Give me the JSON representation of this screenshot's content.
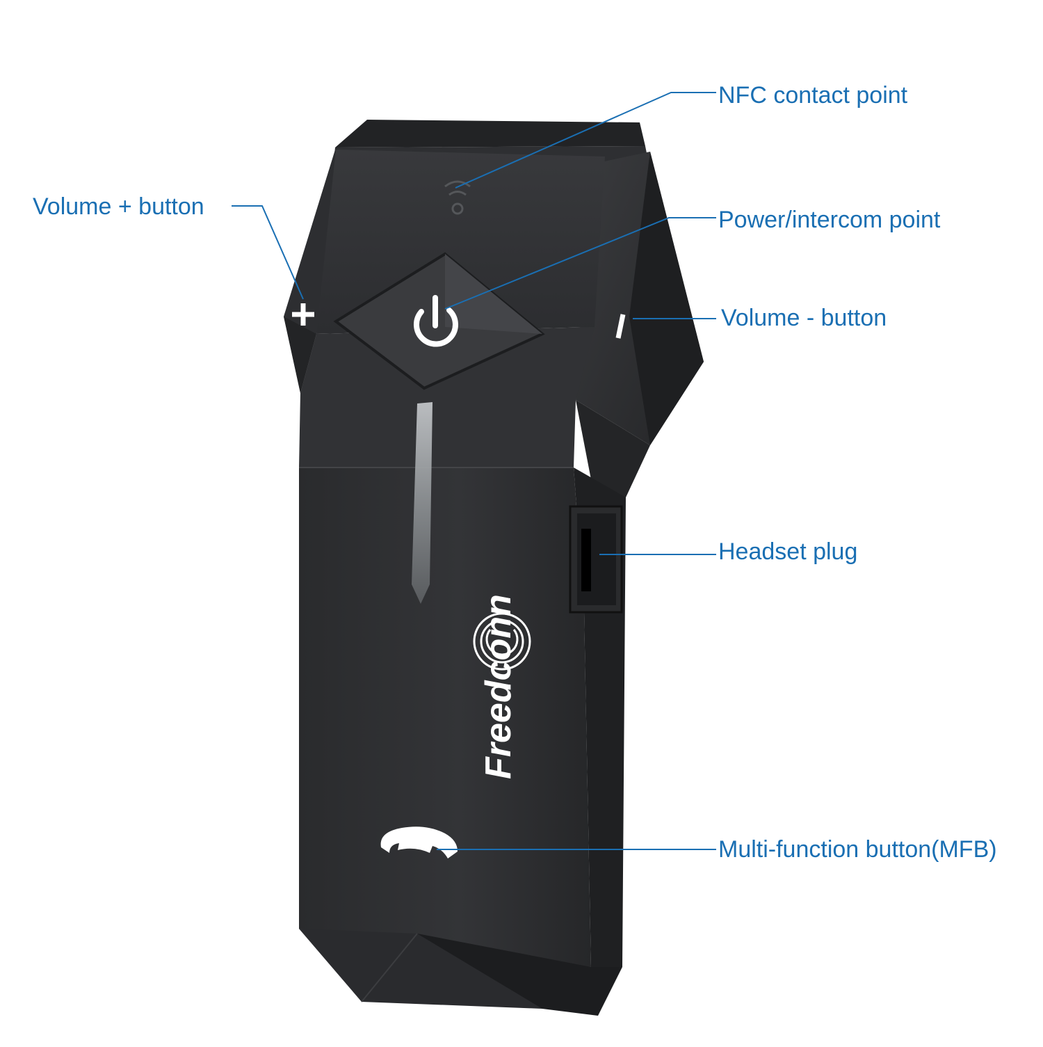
{
  "colors": {
    "callout": "#1a6fb3",
    "body_dark": "#2b2c2e",
    "body_mid": "#3a3b3e",
    "body_light": "#4a4b4f",
    "icon_white": "#ffffff"
  },
  "callouts": {
    "nfc": "NFC contact point",
    "power": "Power/intercom point",
    "volume_minus": "Volume - button",
    "headset_plug": "Headset plug",
    "mfb": "Multi-function button(MFB)",
    "volume_plus": "Volume + button"
  },
  "device": {
    "brand": "Freedconn",
    "plus_symbol": "+",
    "minus_symbol": "I",
    "icons": [
      "nfc-icon",
      "power-icon",
      "phone-icon",
      "brand-logo-icon"
    ]
  }
}
